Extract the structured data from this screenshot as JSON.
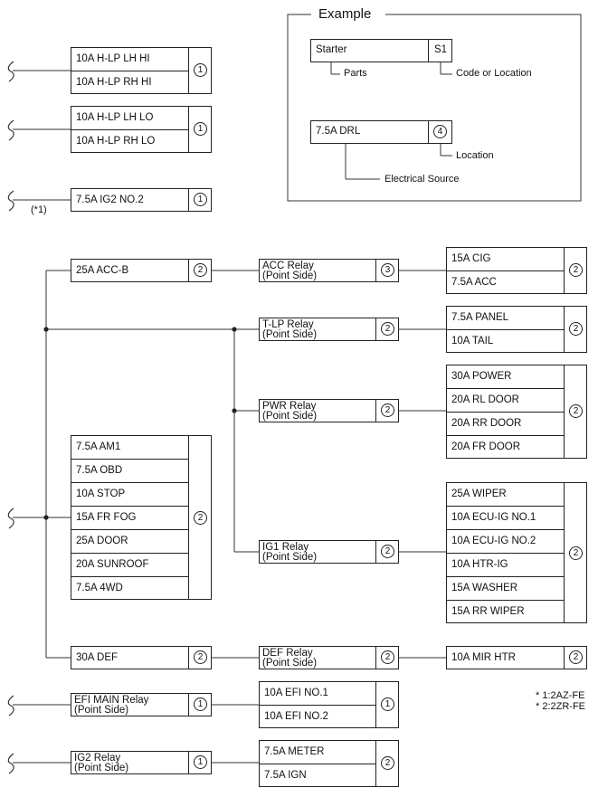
{
  "example": {
    "title": "Example",
    "part_label": "Starter",
    "part_code": "S1",
    "parts_caption": "Parts",
    "code_caption": "Code or Location",
    "source_label": "7.5A DRL",
    "source_location": "4",
    "location_caption": "Location",
    "source_caption": "Electrical Source"
  },
  "top_group": {
    "hlp_hi": {
      "items": [
        "10A H-LP LH HI",
        "10A H-LP RH HI"
      ],
      "location": "1"
    },
    "hlp_lo": {
      "items": [
        "10A H-LP LH LO",
        "10A H-LP RH LO"
      ],
      "location": "1"
    },
    "ig2": {
      "items": [
        "7.5A IG2 NO.2"
      ],
      "location": "1",
      "note": "(*1)"
    }
  },
  "acc_b": {
    "label": "25A ACC-B",
    "location": "2"
  },
  "acc_relay": {
    "line1": "ACC Relay",
    "line2": "(Point Side)",
    "location": "3"
  },
  "acc_outputs": {
    "items": [
      "15A CIG",
      "7.5A ACC"
    ],
    "location": "2"
  },
  "tlp_relay": {
    "line1": "T-LP Relay",
    "line2": "(Point Side)",
    "location": "2"
  },
  "tlp_outputs": {
    "items": [
      "7.5A PANEL",
      "10A TAIL"
    ],
    "location": "2"
  },
  "pwr_relay": {
    "line1": "PWR Relay",
    "line2": "(Point Side)",
    "location": "2"
  },
  "pwr_outputs": {
    "items": [
      "30A POWER",
      "20A RL DOOR",
      "20A RR DOOR",
      "20A FR DOOR"
    ],
    "location": "2"
  },
  "main_group": {
    "items": [
      "7.5A AM1",
      "7.5A OBD",
      "10A STOP",
      "15A FR FOG",
      "25A DOOR",
      "20A SUNROOF",
      "7.5A 4WD"
    ],
    "location": "2"
  },
  "ig1_relay": {
    "line1": "IG1 Relay",
    "line2": "(Point Side)",
    "location": "2"
  },
  "ig1_outputs": {
    "items": [
      "25A WIPER",
      "10A ECU-IG NO.1",
      "10A ECU-IG NO.2",
      "10A HTR-IG",
      "15A WASHER",
      "15A RR WIPER"
    ],
    "location": "2"
  },
  "def": {
    "label": "30A DEF",
    "location": "2"
  },
  "def_relay": {
    "line1": "DEF Relay",
    "line2": "(Point Side)",
    "location": "2"
  },
  "def_outputs": {
    "items": [
      "10A MIR HTR"
    ],
    "location": "2"
  },
  "efi_relay": {
    "line1": "EFI MAIN Relay",
    "line2": "(Point Side)",
    "location": "1"
  },
  "efi_outputs": {
    "items": [
      "10A EFI NO.1",
      "10A EFI NO.2"
    ],
    "location": "1"
  },
  "ig2_relay": {
    "line1": "IG2 Relay",
    "line2": "(Point Side)",
    "location": "1"
  },
  "ig2_outputs": {
    "items": [
      "7.5A METER",
      "7.5A IGN"
    ],
    "location": "2"
  },
  "notes": [
    "* 1:2AZ-FE",
    "* 2:2ZR-FE"
  ]
}
